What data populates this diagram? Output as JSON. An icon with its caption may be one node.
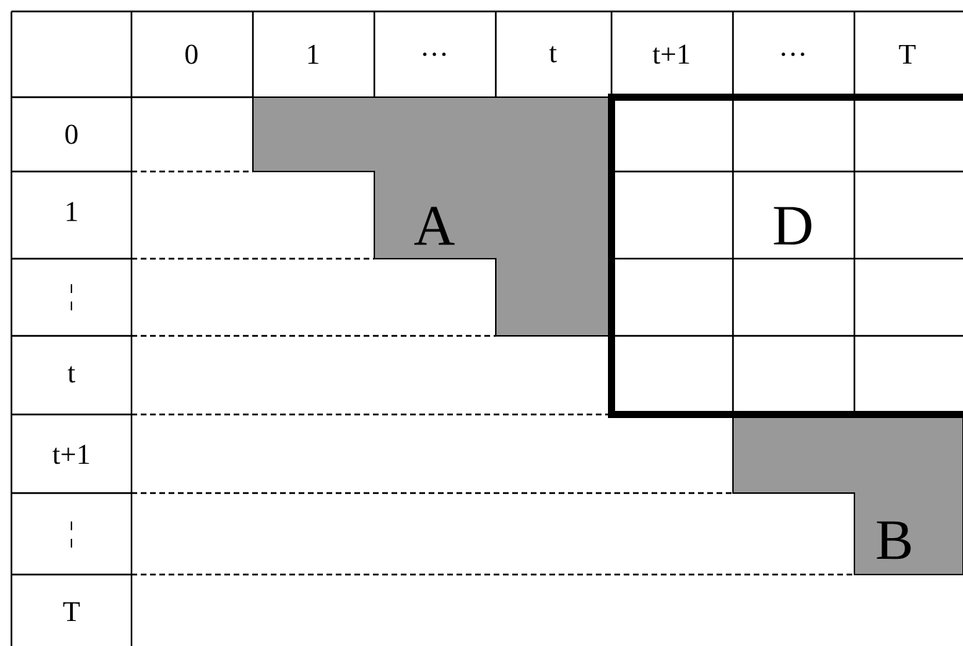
{
  "diagram": {
    "labels": [
      "0",
      "1",
      "…",
      "t",
      "t+1",
      "…",
      "T",
      "0",
      "1",
      "A",
      "D",
      "¦",
      "t",
      "t+1",
      "¦",
      "B",
      "T"
    ]
  }
}
